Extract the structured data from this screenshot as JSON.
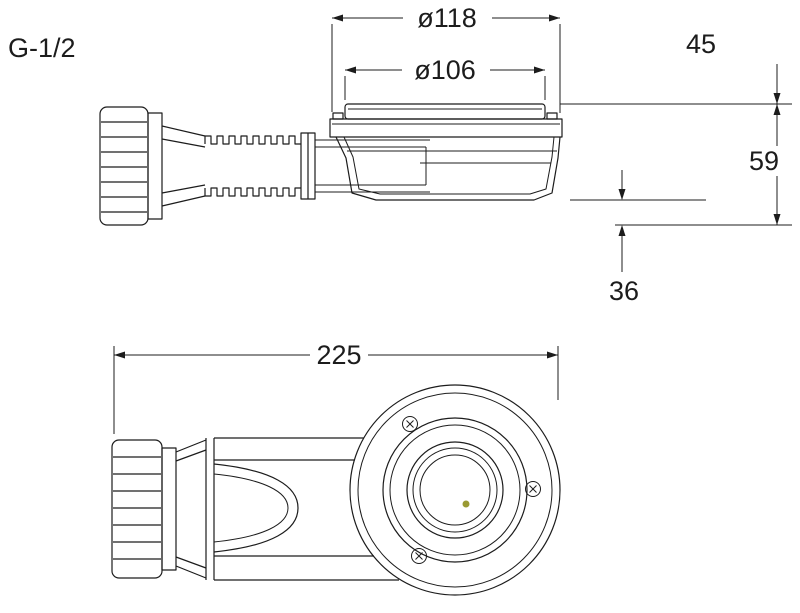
{
  "labels": {
    "thread": "G-1/2",
    "outer_diameter": "ø118",
    "inner_diameter": "ø106",
    "height_top": "45",
    "height_side": "59",
    "height_bottom": "36",
    "length_overall": "225"
  },
  "colors": {
    "line": "#1c1c1c",
    "background": "#ffffff",
    "center_mark": "#9a9a33"
  }
}
